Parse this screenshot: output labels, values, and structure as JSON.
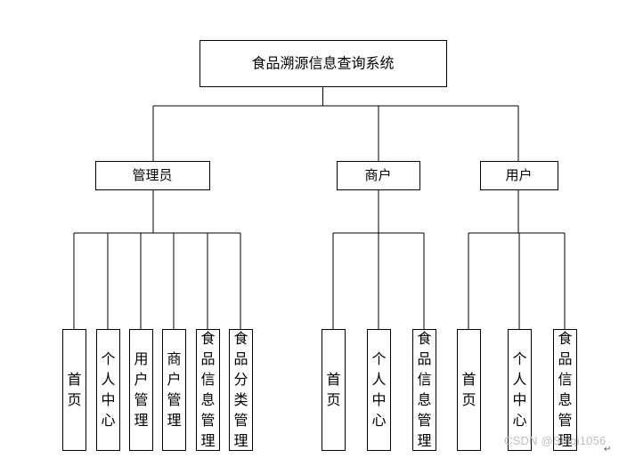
{
  "root": {
    "label": "食品溯源信息查询系统"
  },
  "roles": [
    {
      "id": "admin",
      "label": "管理员",
      "children": [
        "首页",
        "个人中心",
        "用户管理",
        "商户管理",
        "食品信息管理",
        "食品分类管理"
      ]
    },
    {
      "id": "merchant",
      "label": "商户",
      "children": [
        "首页",
        "个人中心",
        "食品信息管理"
      ]
    },
    {
      "id": "user",
      "label": "用户",
      "children": [
        "首页",
        "个人中心",
        "食品信息管理"
      ]
    }
  ],
  "watermark": "CSDN @Shiqi1056",
  "para_mark": "↵"
}
